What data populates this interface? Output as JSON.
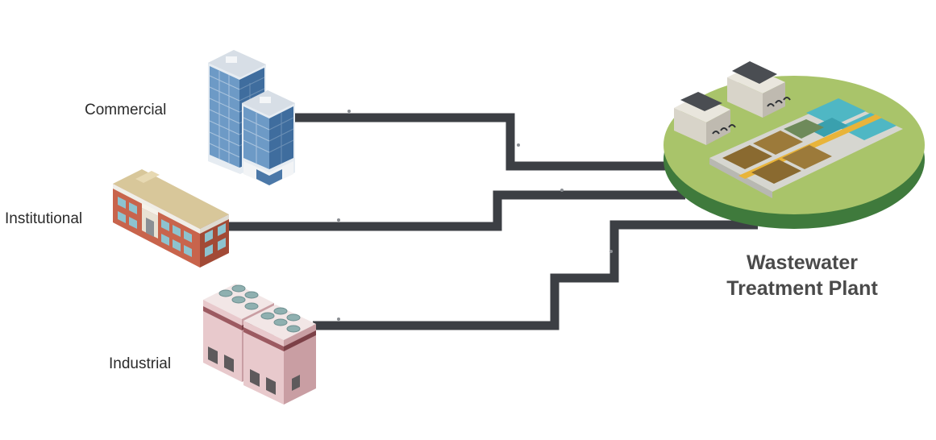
{
  "sources": [
    {
      "id": "commercial",
      "label": "Commercial"
    },
    {
      "id": "institutional",
      "label": "Institutional"
    },
    {
      "id": "industrial",
      "label": "Industrial"
    }
  ],
  "plant": {
    "line1": "Wastewater",
    "line2": "Treatment Plant"
  },
  "colors": {
    "pipe": "#3c3f44",
    "ground_dark": "#3f7a3c",
    "ground_light": "#a9c46a",
    "glass_blue": "#6d9ac6",
    "brick": "#c8644c",
    "factory_pink": "#e8c9cc",
    "tank_teal": "#4fb7c4",
    "sludge_brown": "#8a6a30",
    "walkway": "#e8b43a"
  }
}
